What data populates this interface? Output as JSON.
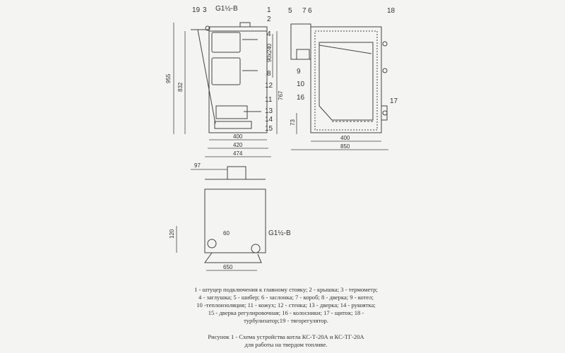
{
  "labels": {
    "c1": "1",
    "c2": "2",
    "c3": "3",
    "c4": "4",
    "c5": "5",
    "c6": "6",
    "c7": "7",
    "c8": "8",
    "c9": "9",
    "c10": "10",
    "c11": "11",
    "c12": "12",
    "c13": "13",
    "c14": "14",
    "c15": "15",
    "c16": "16",
    "c17": "17",
    "c18": "18",
    "c19": "19"
  },
  "thread": "G1½-B",
  "dims": {
    "h955": "955",
    "h832": "832",
    "h767": "767",
    "h73": "73",
    "w400a": "400",
    "w420": "420",
    "w474": "474",
    "w400b": "400",
    "w850": "850",
    "size90x240": "90x240",
    "d97": "97",
    "d120": "120",
    "d60": "60",
    "w650": "650"
  },
  "legend_lines": [
    "1 - штуцер подключения к главному стояку; 2 - крышка; 3 - термометр;",
    "4 - заглушка; 5 - шибер; 6 - заслонка; 7 - короб; 8 - дверка; 9 - котел;",
    "10 -теплоизоляция; 11 - кожух; 12 - стенка; 13 - дверка; 14 - рукоятка;",
    "15 - дверка регулировочная; 16 - колосники; 17 - щиток; 18 -",
    "турбулизатор;19 - тягорегулятор."
  ],
  "caption_lines": [
    "Рисунок 1 - Схема устройства котла КС-Т-20А и КС-ТГ-20А",
    "для работы на твердом топливе."
  ]
}
